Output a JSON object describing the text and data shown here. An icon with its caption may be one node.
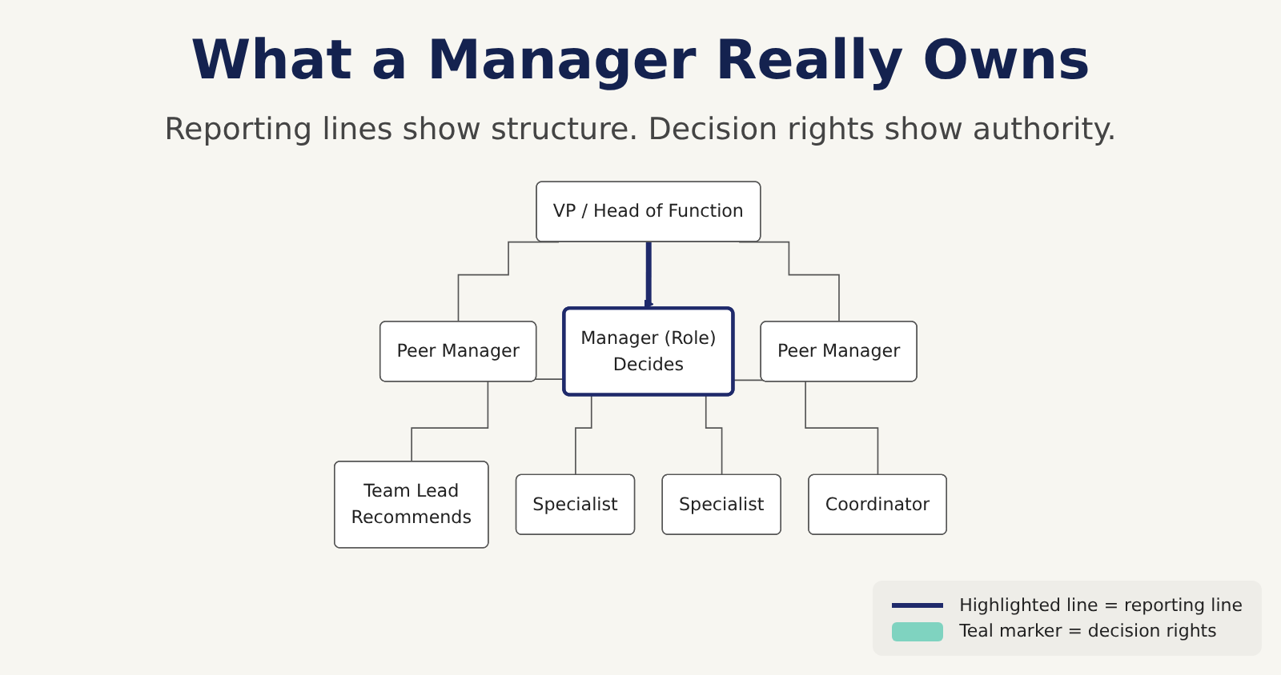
{
  "diagram": {
    "title": "What a Manager Really Owns",
    "caption": "Reporting lines show structure. Decision rights show authority.",
    "nodes": [
      {
        "text": [
          "VP / Head of Function"
        ]
      },
      {
        "text": [
          "Peer Manager"
        ]
      },
      {
        "text": [
          "Manager (Role)",
          "Decides"
        ]
      },
      {
        "text": [
          "Peer Manager"
        ]
      },
      {
        "text": [
          "Team Lead",
          "Recommends"
        ]
      },
      {
        "text": [
          "Specialist"
        ]
      },
      {
        "text": [
          "Specialist"
        ]
      },
      {
        "text": [
          "Coordinator"
        ]
      }
    ],
    "edges": [
      {
        "from": 0,
        "to": 1,
        "arrow": "none"
      },
      {
        "from": 0,
        "to": 2,
        "arrow": "to",
        "style": "thick",
        "color": "#1f2a6b"
      },
      {
        "from": 0,
        "to": 3,
        "arrow": "none"
      },
      {
        "from": 2,
        "to": 4,
        "arrow": "none"
      },
      {
        "from": 2,
        "to": 5,
        "arrow": "none"
      },
      {
        "from": 2,
        "to": 6,
        "arrow": "none"
      },
      {
        "from": 2,
        "to": 7,
        "arrow": "none"
      }
    ],
    "legend": [
      {
        "text": "Highlighted line = reporting line"
      },
      {
        "text": "Teal marker = decision rights",
        "color": "#7fd3c0"
      }
    ]
  }
}
